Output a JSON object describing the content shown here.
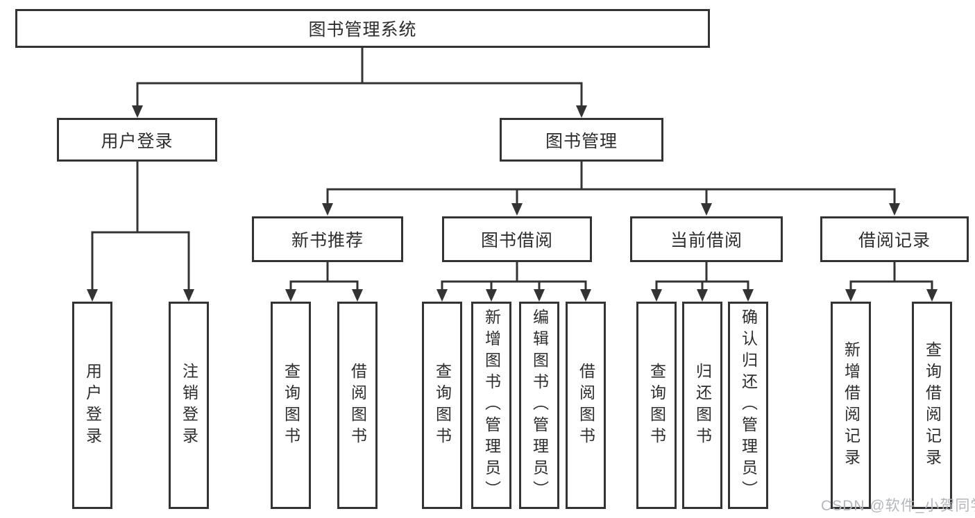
{
  "tree": {
    "label": "图书管理系统",
    "children": [
      {
        "label": "用户登录",
        "children": [
          {
            "label": "用户登录"
          },
          {
            "label": "注销登录"
          }
        ]
      },
      {
        "label": "图书管理",
        "children": [
          {
            "label": "新书推荐",
            "children": [
              {
                "label": "查询图书"
              },
              {
                "label": "借阅图书"
              }
            ]
          },
          {
            "label": "图书借阅",
            "children": [
              {
                "label": "查询图书"
              },
              {
                "label": "新增图书（管理员）"
              },
              {
                "label": "编辑图书（管理员）"
              },
              {
                "label": "借阅图书"
              }
            ]
          },
          {
            "label": "当前借阅",
            "children": [
              {
                "label": "查询图书"
              },
              {
                "label": "归还图书"
              },
              {
                "label": "确认归还（管理员）"
              }
            ]
          },
          {
            "label": "借阅记录",
            "children": [
              {
                "label": "新增借阅记录"
              },
              {
                "label": "查询借阅记录"
              }
            ]
          }
        ]
      }
    ]
  },
  "watermark": {
    "text": "CSDN @软件_小贺同学"
  },
  "colors": {
    "line": "#333333",
    "text": "#2d2d2d",
    "watermark": "#b3b6bb",
    "background": "#ffffff"
  }
}
